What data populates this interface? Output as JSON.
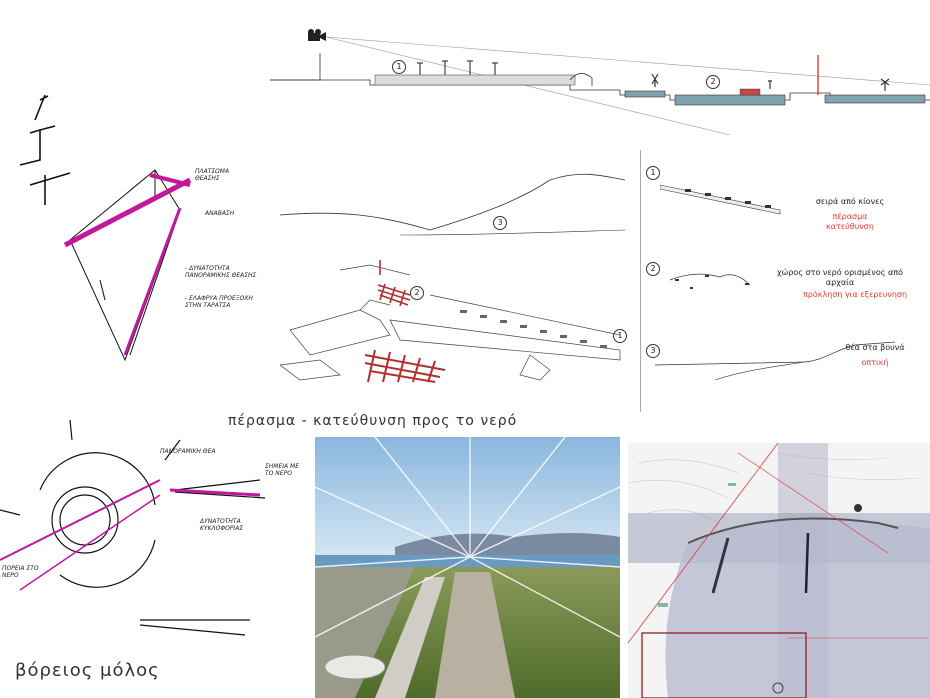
{
  "labels": {
    "columns_title": "σειρά από κίονες",
    "columns_sub": "πέρασμα κατεύθυνση",
    "space_title": "χώρος στο νερό ορισμένος από αρχαία",
    "space_sub": "πρόκληση για εξερευνηση",
    "mountain_title": "θέα στα βουνά",
    "mountain_sub": "οπτική",
    "center_caption": "πέρασμα - κατεύθυνση προς το νερό",
    "bottom_left_caption": "βόρειος μόλος"
  },
  "sketch_notes": {
    "top_left_1": "ΠΛΑΤΣΩΜΑ ΘΕΑΣΗΣ",
    "top_left_2": "ΑΝΑΒΑΣΗ",
    "top_left_3": "- ΔΥΝΑΤΟΤΗΤΑ ΠΑΝΟΡΑΜΙΚΗΣ ΘΕΑΣΗΣ",
    "top_left_4": "- ΕΛΑΦΡΥΑ ΠΡΟΕΞΟΧΗ ΣΤΗΝ ΤΑΡΑΤΣΑ",
    "bottom_left_1": "ΠΑΝΟΡΑΜΙΚΗ ΘΕΑ",
    "bottom_left_2": "ΣΗΜΕΙΑ ΜΕ ΤΟ ΝΕΡΟ",
    "bottom_left_3": "ΔΥΝΑΤΟΤΗΤΑ ΚΥΚΛΟΦΟΡΙΑΣ",
    "bottom_left_4": "ΠΟΡΕΙΑ ΣΤΟ ΝΕΡΟ"
  },
  "markers": {
    "one": "1",
    "two": "2",
    "three": "3"
  },
  "colors": {
    "magenta": "#c2189a",
    "red": "#e03a3a",
    "water": "#7fa3ad",
    "sky": "#9ec4e4",
    "map_overlay": "#8e93b0"
  }
}
